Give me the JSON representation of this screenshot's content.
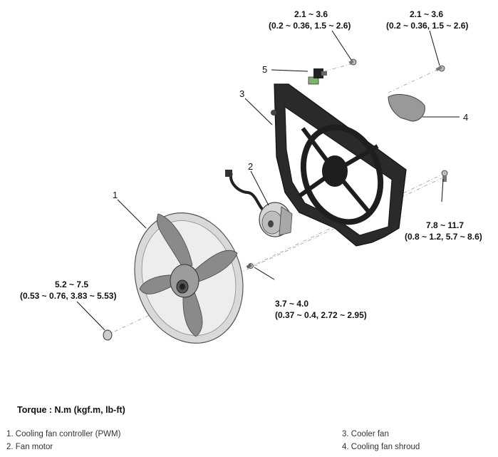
{
  "callouts": {
    "c1": "1",
    "c2": "2",
    "c3": "3",
    "c4": "4",
    "c5": "5"
  },
  "torque_specs": {
    "t_top_center_line1": "2.1 ~ 3.6",
    "t_top_center_line2": "(0.2 ~ 0.36, 1.5 ~ 2.6)",
    "t_top_right_line1": "2.1 ~ 3.6",
    "t_top_right_line2": "(0.2 ~ 0.36, 1.5 ~ 2.6)",
    "t_right_line1": "7.8 ~ 11.7",
    "t_right_line2": "(0.8 ~ 1.2, 5.7 ~ 8.6)",
    "t_left_line1": "5.2 ~ 7.5",
    "t_left_line2": "(0.53 ~ 0.76, 3.83 ~ 5.53)",
    "t_bottom_line1": "3.7 ~ 4.0",
    "t_bottom_line2": "(0.37 ~ 0.4, 2.72 ~ 2.95)"
  },
  "torque_title": "Torque : N.m (kgf.m, lb-ft)",
  "legend": {
    "item1": "1. Cooling fan controller (PWM)",
    "item2": "2. Fan motor",
    "item3": "3. Cooler fan",
    "item4": "4. Cooling fan shroud"
  },
  "colors": {
    "fan_blade": "#8a8a8a",
    "shroud": "#1e1e1e",
    "motor": "#cfcfcf",
    "controller_connector": "#7fb36a"
  }
}
